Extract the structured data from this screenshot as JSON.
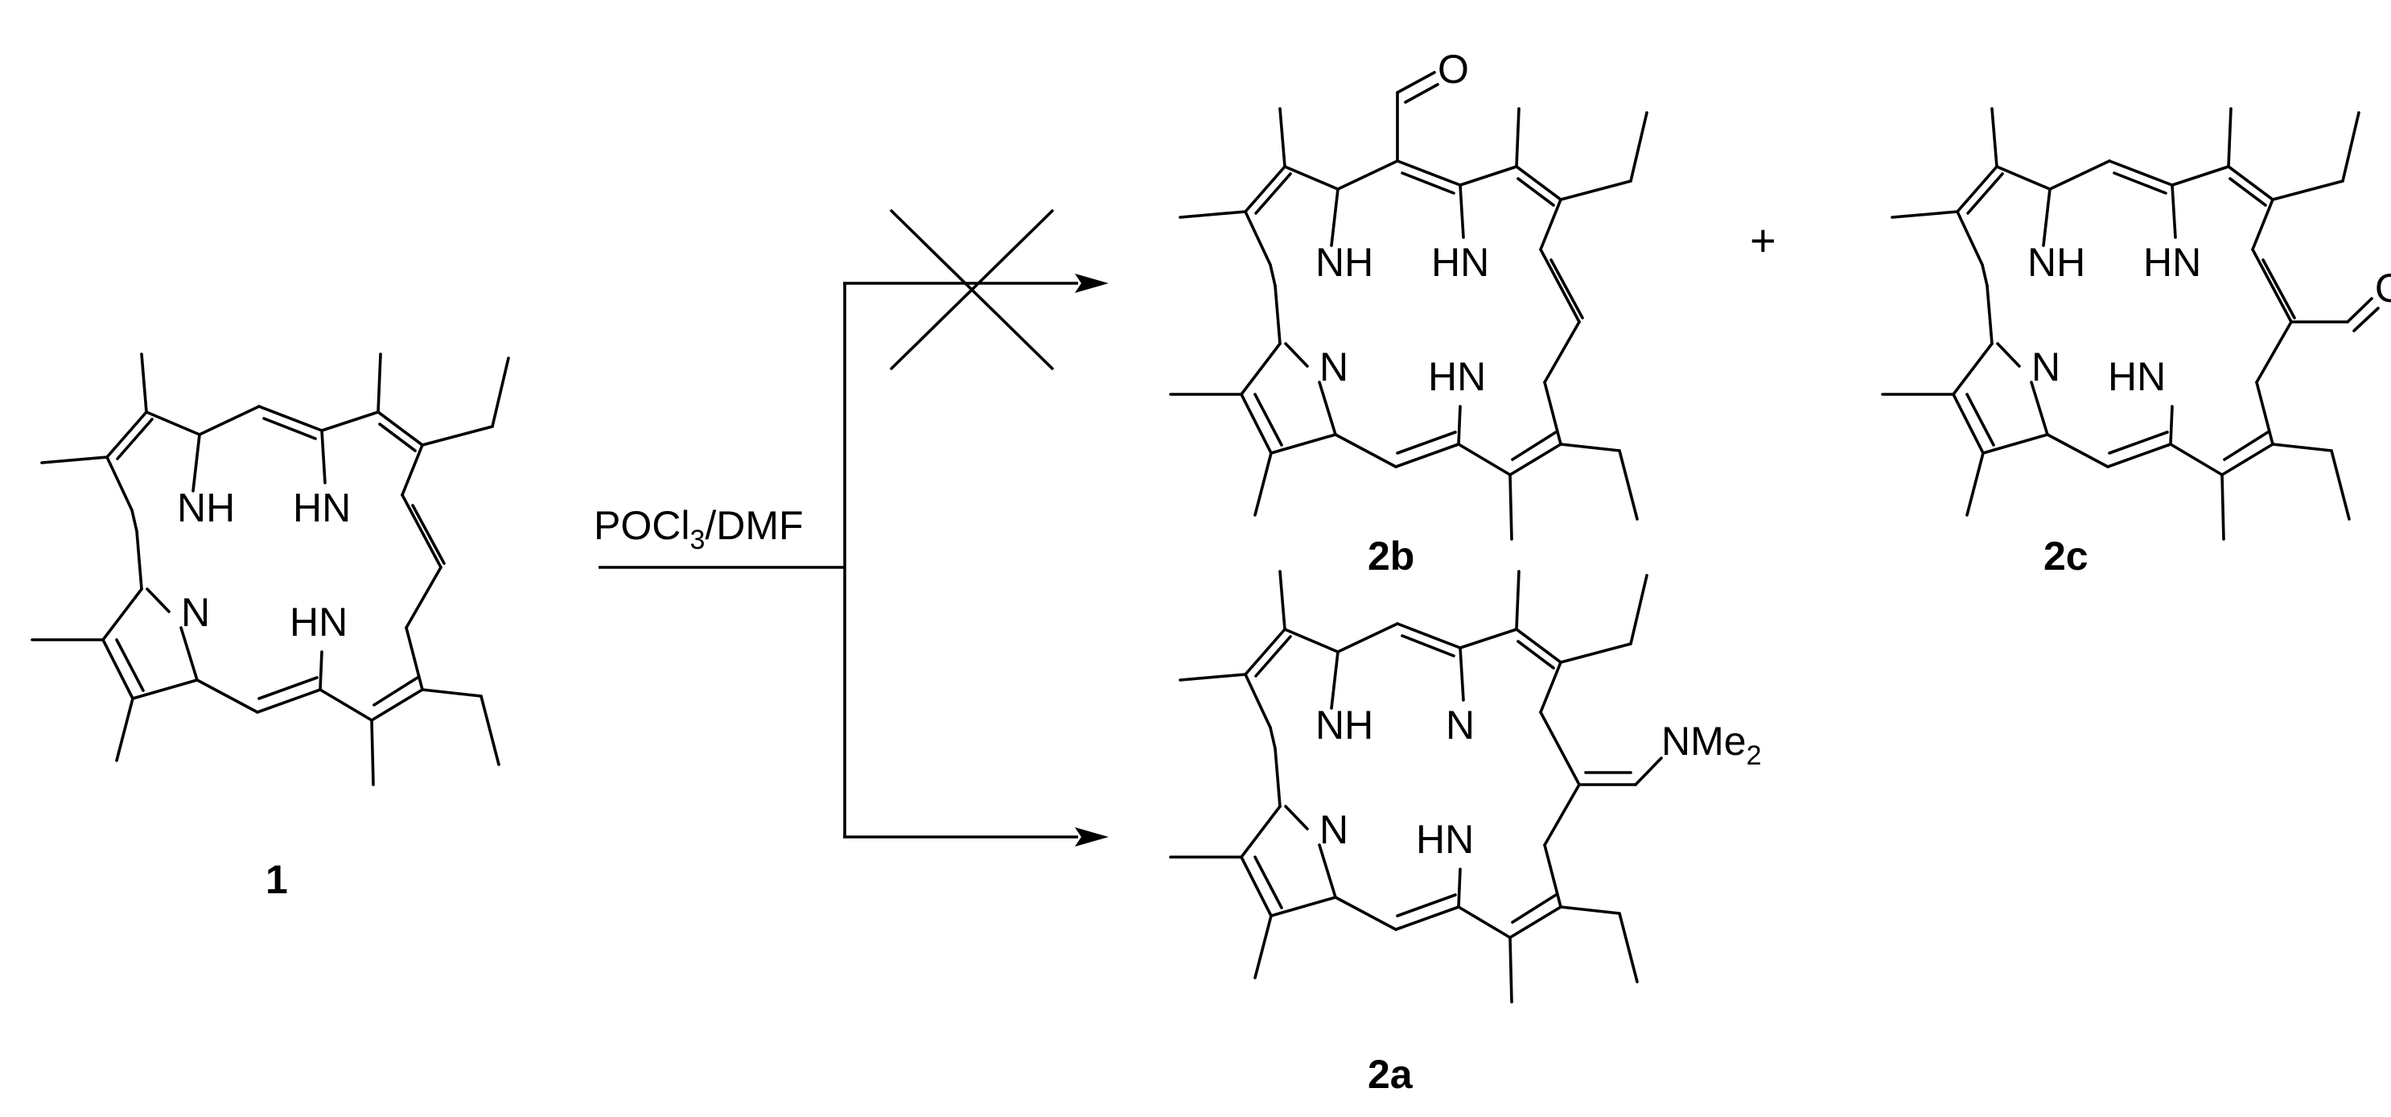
{
  "reaction": {
    "reagent_main": "POCl",
    "reagent_sub": "3",
    "reagent_tail": "/DMF",
    "plus": "+",
    "blocked_pathway": true
  },
  "compounds": {
    "c1": {
      "label": "1",
      "atoms": {
        "nh1": "NH",
        "hn1": "HN",
        "n1": "N",
        "hn2": "HN"
      }
    },
    "c2b": {
      "label": "2b",
      "atoms": {
        "o": "O",
        "nh1": "NH",
        "hn1": "HN",
        "n1": "N",
        "hn2": "HN"
      }
    },
    "c2c": {
      "label": "2c",
      "atoms": {
        "o": "O",
        "nh1": "NH",
        "hn1": "HN",
        "n1": "N",
        "hn2": "HN"
      }
    },
    "c2a": {
      "label": "2a",
      "atoms": {
        "nh1": "NH",
        "n1": "N",
        "n1b": "N",
        "hn1": "HN",
        "nme2_main": "NMe",
        "nme2_sub": "2"
      }
    }
  }
}
